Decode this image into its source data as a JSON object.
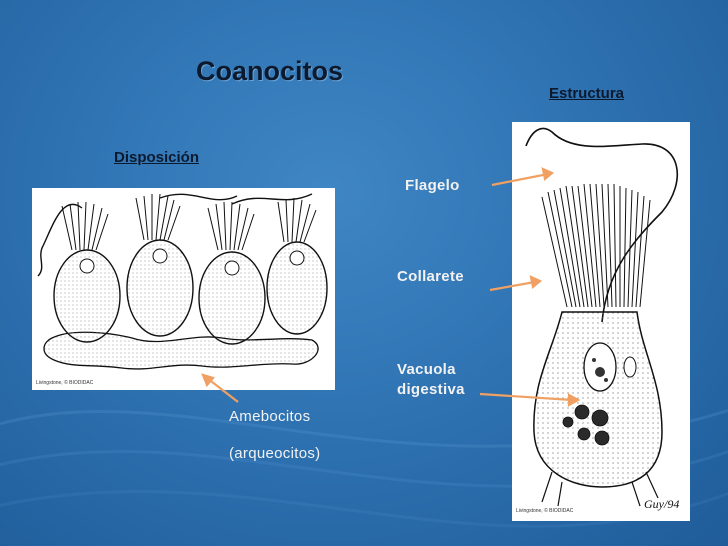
{
  "title": "Coanocitos",
  "sections": {
    "left": "Disposición",
    "right": "Estructura"
  },
  "labels": {
    "flagelo": "Flagelo",
    "collarete": "Collarete",
    "vacuola_1": "Vacuola",
    "vacuola_2": "digestiva",
    "amebocitos_1": "Amebocitos",
    "amebocitos_2": "(arqueocitos)"
  },
  "credits": {
    "left": "Livingstone, © BIODIDAC",
    "right": "Livingstone, © BIODIDAC",
    "signature": "Guy/94"
  },
  "colors": {
    "background": "#2f73b3",
    "title": "#0d1a2e",
    "label_text": "#f2f2f2",
    "arrow": "#f0a062"
  }
}
